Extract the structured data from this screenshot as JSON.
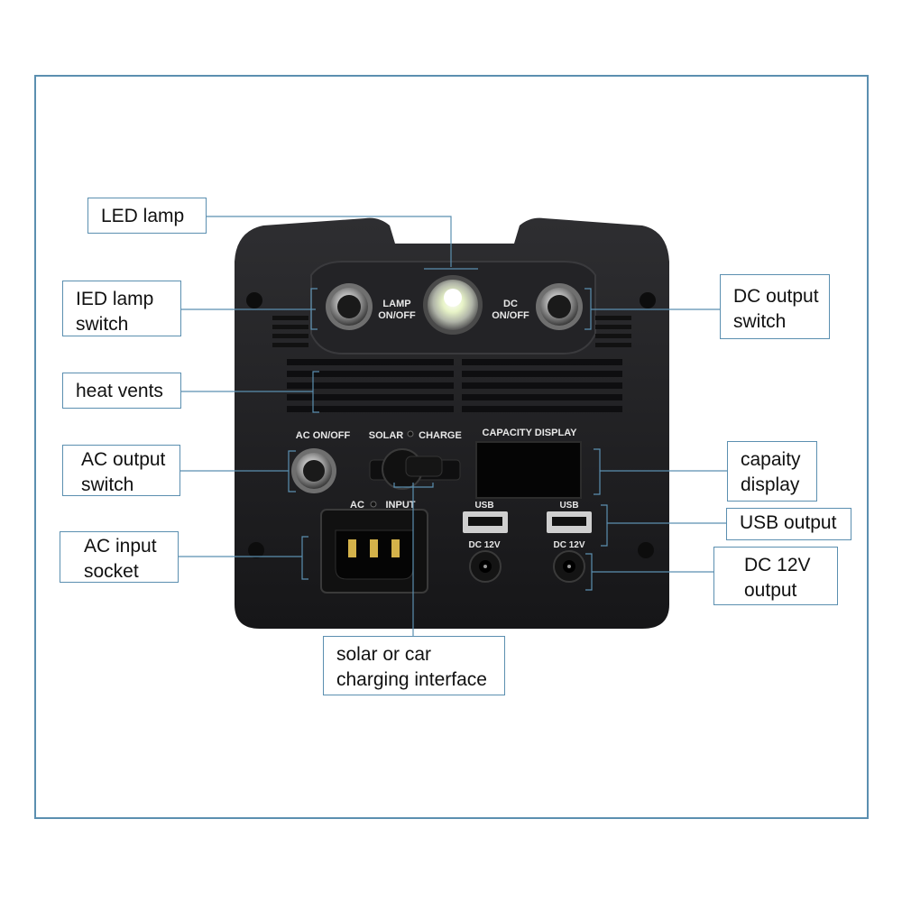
{
  "callouts": {
    "led_lamp": [
      "LED lamp"
    ],
    "led_lamp_switch": [
      "IED lamp",
      "switch"
    ],
    "dc_output_switch": [
      "DC output",
      "switch"
    ],
    "heat_vents": [
      "heat vents"
    ],
    "ac_output_switch": [
      "AC output",
      "switch"
    ],
    "capacity_display": [
      "capaity",
      "display"
    ],
    "usb_output": [
      "USB output"
    ],
    "ac_input_socket": [
      "AC input",
      "socket"
    ],
    "dc_12v_output": [
      "DC 12V",
      "output"
    ],
    "solar_car_interface": [
      "solar or car",
      "charging interface"
    ]
  },
  "device_print": {
    "lamp": [
      "LAMP",
      "ON/OFF"
    ],
    "dc": [
      "DC",
      "ON/OFF"
    ],
    "ac_onoff": "AC  ON/OFF",
    "solar": "SOLAR",
    "charge": "CHARGE",
    "capacity_display": "CAPACITY  DISPLAY",
    "ac": "AC",
    "input": "INPUT",
    "usb_1": "USB",
    "usb_2": "USB",
    "dc12v_1": "DC 12V",
    "dc12v_2": "DC 12V"
  },
  "colors": {
    "frame": "#5b8fb0",
    "leader": "#5b8fb0",
    "body": "#1d1d1f"
  }
}
